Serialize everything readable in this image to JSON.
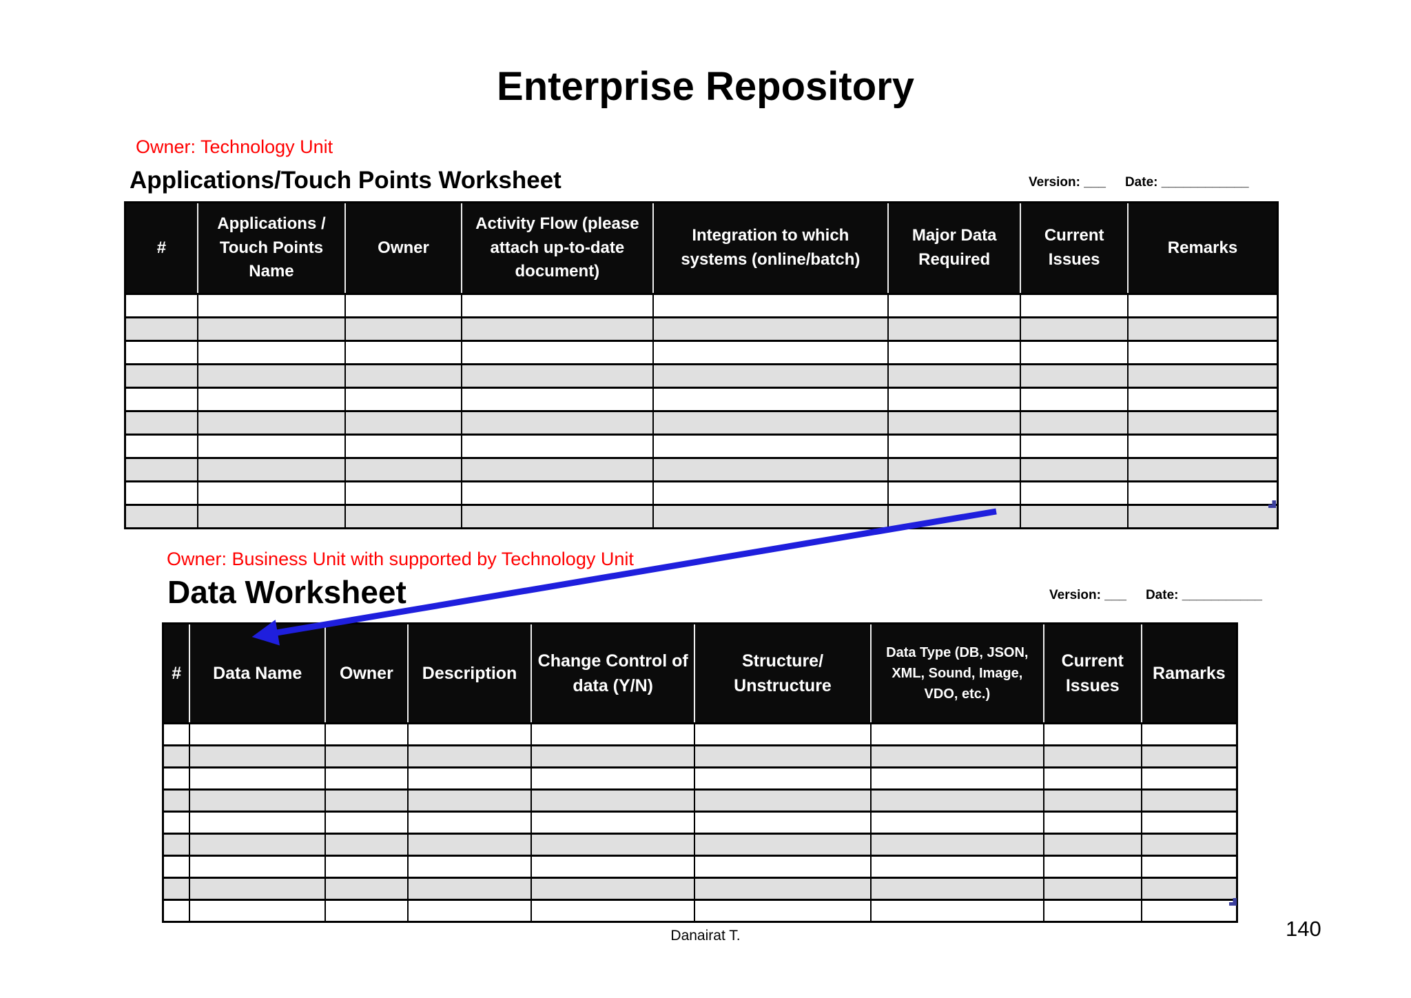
{
  "page": {
    "title": "Enterprise Repository",
    "footer_author": "Danairat T.",
    "page_number": "140"
  },
  "colors": {
    "header_bg": "#0b0b0b",
    "row_alt_gray": "#e0e0e0",
    "owner_label_red": "#ff0000",
    "arrow_blue": "#1f1fdd",
    "corner_mark_blue": "#3b3f9d"
  },
  "icons": {
    "annotation_arrow": "blue-diagonal-arrow",
    "corner_mark": "table-resize-corner"
  },
  "sections": [
    {
      "owner_label": "Owner: Technology Unit",
      "heading": "Applications/Touch Points Worksheet",
      "version_label": "Version: ___",
      "date_label": "Date: ____________",
      "table": {
        "headers": [
          "#",
          "Applications / Touch Points Name",
          "Owner",
          "Activity Flow (please attach up-to-date document)",
          "Integration to which systems (online/batch)",
          "Major Data Required",
          "Current Issues",
          "Remarks"
        ],
        "empty_row_count": 10
      }
    },
    {
      "owner_label": "Owner: Business Unit with supported by Technology Unit",
      "heading": "Data Worksheet",
      "version_label": "Version: ___",
      "date_label": "Date: ___________",
      "table": {
        "headers": [
          "#",
          "Data Name",
          "Owner",
          "Description",
          "Change Control of data (Y/N)",
          "Structure/ Unstructure",
          "Data Type (DB, JSON, XML, Sound, Image, VDO, etc.)",
          "Current Issues",
          "Ramarks"
        ],
        "empty_row_count": 9
      }
    }
  ]
}
